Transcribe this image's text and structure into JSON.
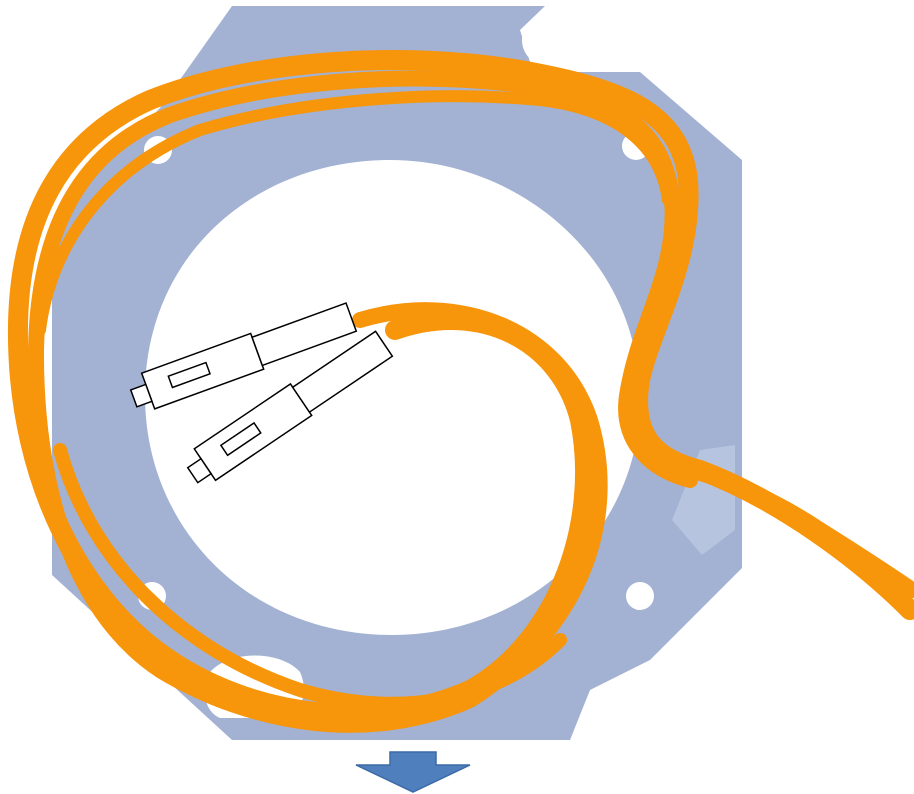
{
  "diagram": {
    "colors": {
      "plate": "#a3b2d3",
      "background": "#ffffff",
      "fiber": "#f7950b",
      "connector_stroke": "#000000",
      "arrow_fill": "#4f7fbd",
      "arrow_stroke": "#3b6aa6"
    },
    "components": [
      {
        "name": "fiber-tray-plate",
        "icon": "octagonal-plate"
      },
      {
        "name": "fiber-cable-loop",
        "icon": "coiled-fiber"
      },
      {
        "name": "connector-pair",
        "icon": "sc-connector",
        "count": 2
      },
      {
        "name": "next-step-arrow",
        "icon": "down-arrow"
      }
    ]
  }
}
